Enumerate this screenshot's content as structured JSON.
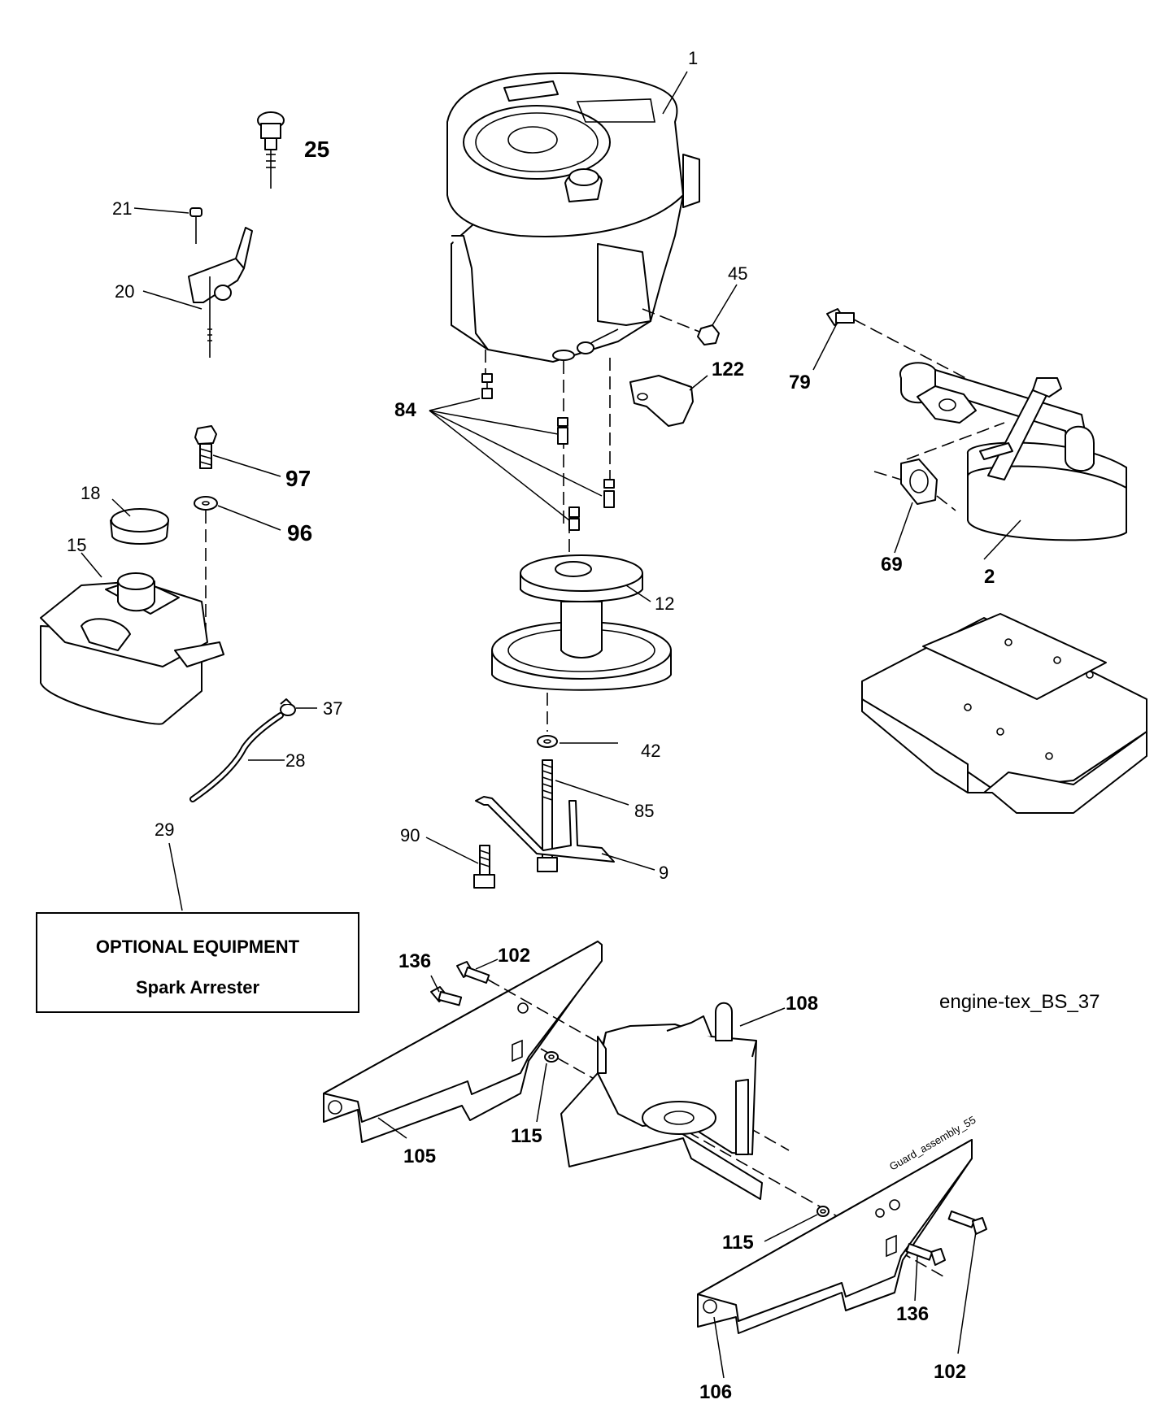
{
  "reference": "engine-tex_BS_37",
  "guard_reference": "Guard_assembly_55",
  "optional_box": {
    "title": "OPTIONAL EQUIPMENT",
    "subtitle": "Spark Arrester"
  },
  "labels": {
    "engine": "1",
    "muffler": "2",
    "guard_plate": "9",
    "pulley": "12",
    "fuel_tank": "15",
    "fuel_cap": "18",
    "throttle_control": "20",
    "throttle_screw": "21",
    "choke_knob": "25",
    "fuel_line": "28",
    "optional_link": "29",
    "fuel_clamp": "37",
    "washer_42": "42",
    "nut_45": "45",
    "gasket": "69",
    "muffler_bolt": "79",
    "engine_bolts": "84",
    "crank_bolt": "85",
    "guard_bolt": "90",
    "tank_washer": "96",
    "tank_bolt": "97",
    "bolt_102_top": "102",
    "bolt_102_bottom": "102",
    "left_shield": "105",
    "right_shield": "106",
    "belt_guard": "108",
    "washer_115_top": "115",
    "washer_115_bottom": "115",
    "heat_shield": "122",
    "bolt_136_top": "136",
    "bolt_136_bottom": "136"
  }
}
